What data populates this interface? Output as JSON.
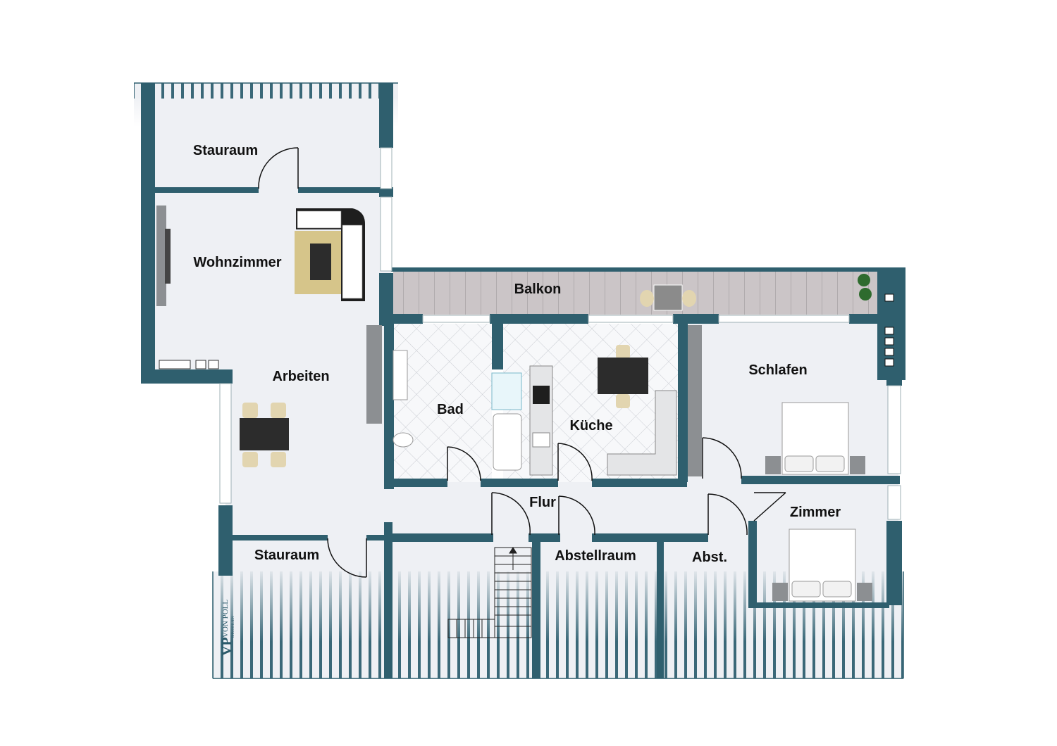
{
  "floor_plan": {
    "rooms": [
      {
        "id": "stauraum-top",
        "label": "Stauraum"
      },
      {
        "id": "wohnzimmer",
        "label": "Wohnzimmer"
      },
      {
        "id": "balkon",
        "label": "Balkon"
      },
      {
        "id": "arbeiten",
        "label": "Arbeiten"
      },
      {
        "id": "bad",
        "label": "Bad"
      },
      {
        "id": "kueche",
        "label": "Küche"
      },
      {
        "id": "schlafen",
        "label": "Schlafen"
      },
      {
        "id": "flur",
        "label": "Flur"
      },
      {
        "id": "zimmer",
        "label": "Zimmer"
      },
      {
        "id": "stauraum-bottom",
        "label": "Stauraum"
      },
      {
        "id": "abstellraum",
        "label": "Abstellraum"
      },
      {
        "id": "abst",
        "label": "Abst."
      }
    ],
    "colors": {
      "wall": "#2f5f6e",
      "floor": "#eef0f4",
      "tile_floor": "#f7f8fa",
      "balcony_deck": "#c9c4c6",
      "furniture_dark": "#2c2c2c",
      "rug": "#d6c58a"
    }
  },
  "logo": {
    "monogram": "VP",
    "name": "VON POLL",
    "subtitle": "IMMOBILIEN"
  }
}
